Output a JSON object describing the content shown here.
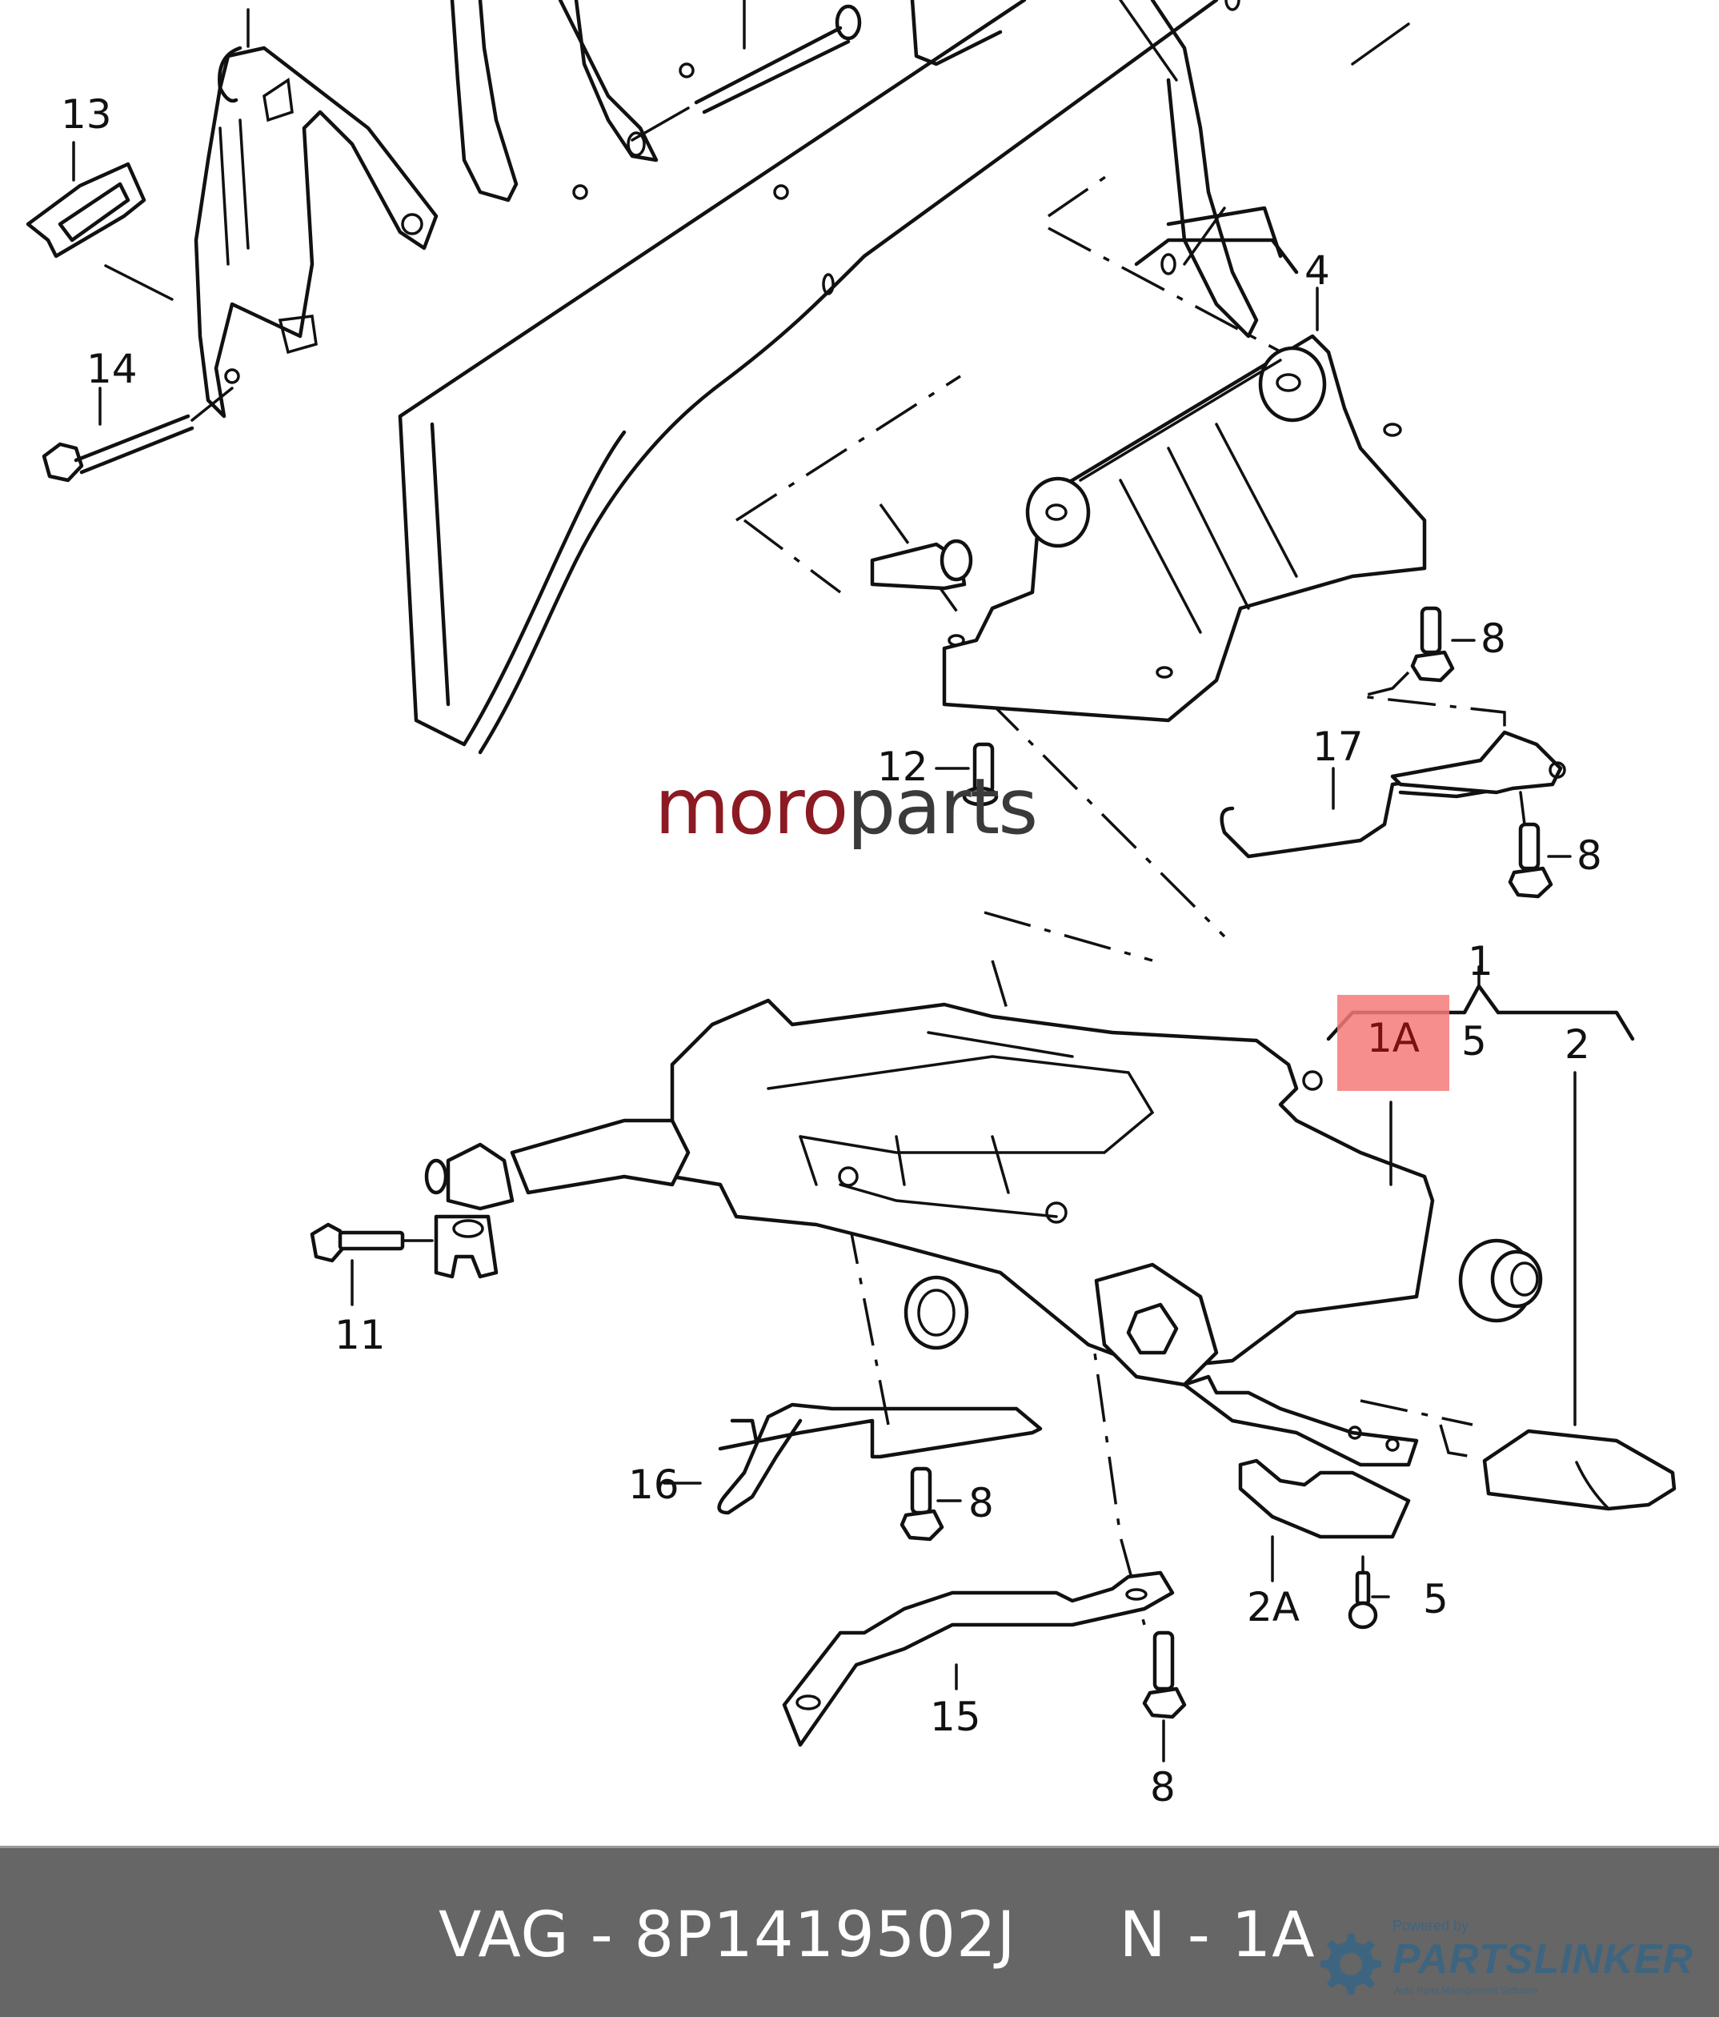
{
  "diagram": {
    "title": "Steering column assembly exploded view",
    "callouts": [
      {
        "id": "13",
        "label": "13"
      },
      {
        "id": "14",
        "label": "14"
      },
      {
        "id": "4",
        "label": "4"
      },
      {
        "id": "8a",
        "label": "8"
      },
      {
        "id": "17",
        "label": "17"
      },
      {
        "id": "8b",
        "label": "8"
      },
      {
        "id": "12",
        "label": "12"
      },
      {
        "id": "1",
        "label": "1"
      },
      {
        "id": "5a",
        "label": "5"
      },
      {
        "id": "2",
        "label": "2"
      },
      {
        "id": "11",
        "label": "11"
      },
      {
        "id": "16",
        "label": "16"
      },
      {
        "id": "8c",
        "label": "8"
      },
      {
        "id": "2A",
        "label": "2A"
      },
      {
        "id": "5b",
        "label": "5"
      },
      {
        "id": "15",
        "label": "15"
      },
      {
        "id": "8d",
        "label": "8"
      }
    ],
    "highlighted_callout": "1A",
    "highlight_color": "#f47a7a"
  },
  "watermark": {
    "part1": "moro",
    "part2": "parts",
    "color1": "#8b1a22",
    "color2": "#3a3a3a"
  },
  "footer": {
    "text": "VAG - 8P1419502J     N - 1A",
    "background": "#666666",
    "powered_by": "Powered by",
    "brand": "PARTSLINKER",
    "tagline": "Auto Parts Management Software",
    "brand_color": "#3e6580"
  }
}
